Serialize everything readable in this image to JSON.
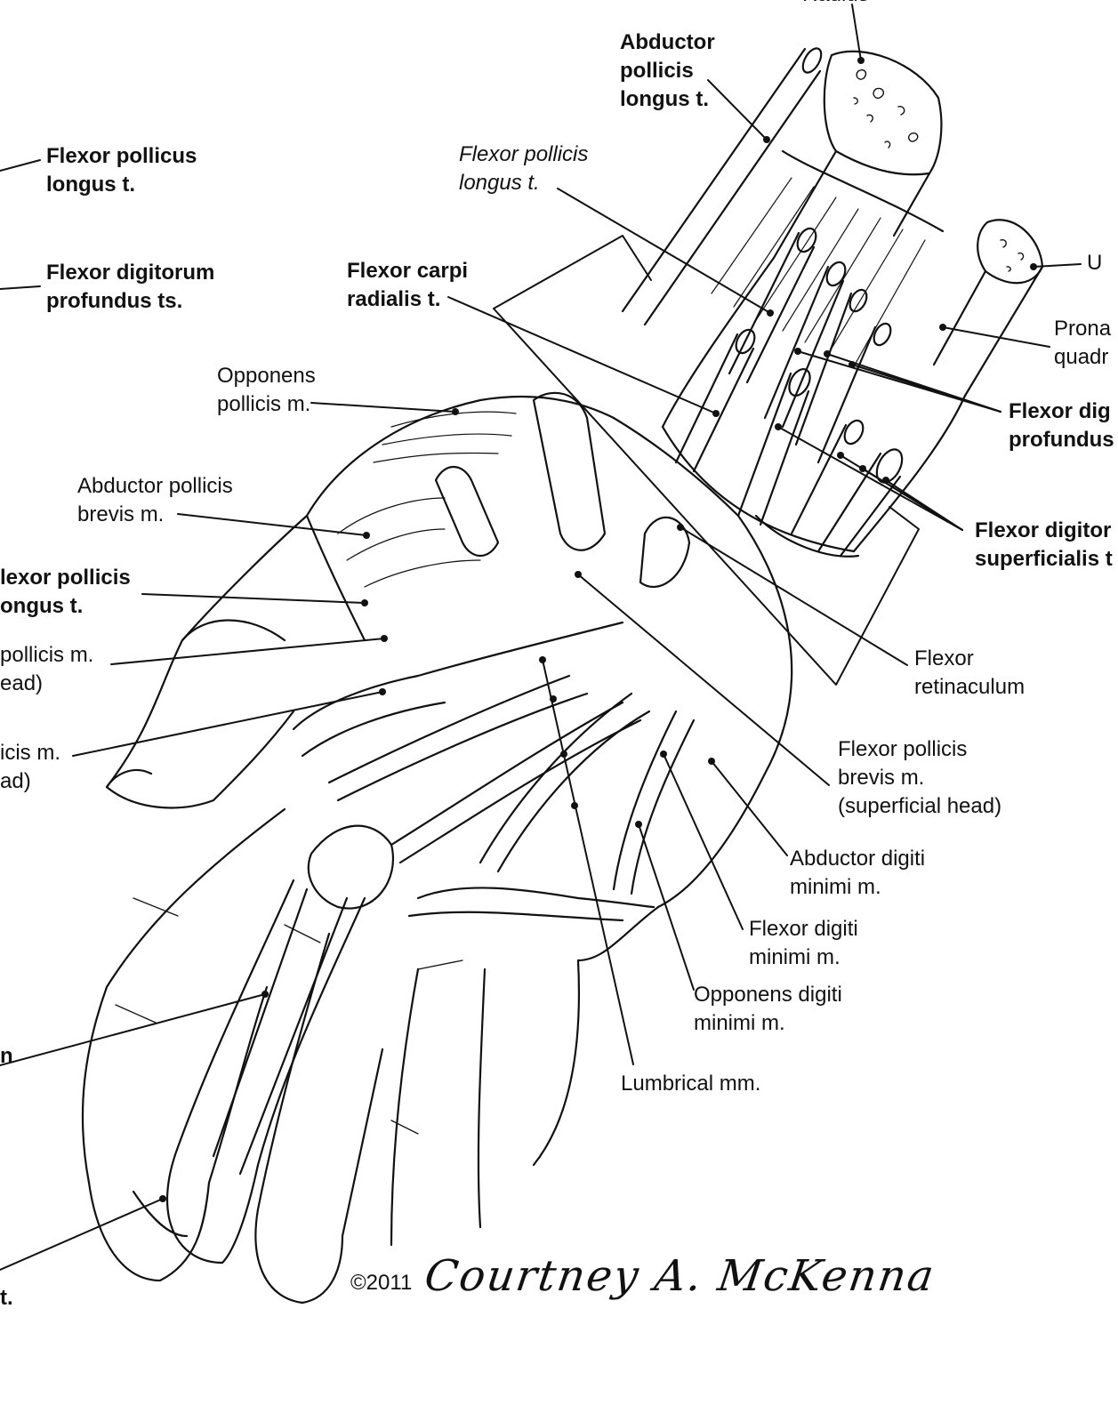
{
  "labels": {
    "radius": "Radius",
    "abductor_pollicis_longus": [
      "Abductor",
      "pollicis",
      "longus t."
    ],
    "flexor_pollicus_longus_top": [
      "Flexor pollicus",
      "longus t."
    ],
    "flexor_pollicis_longus_italic": [
      "Flexor pollicis",
      "longus t."
    ],
    "flexor_digitorum_profundus_left": [
      "Flexor digitorum",
      "profundus ts."
    ],
    "flexor_carpi_radialis": [
      "Flexor carpi",
      "radialis t."
    ],
    "ulna": "U",
    "pronator_quadratus": [
      "Prona",
      "quadr"
    ],
    "opponens_pollicis": [
      "Opponens",
      "pollicis m."
    ],
    "flexor_digitorum_profundus_right": [
      "Flexor dig",
      "profundus"
    ],
    "abductor_pollicis_brevis": [
      "Abductor pollicis",
      "brevis m."
    ],
    "flexor_digitorum_superficialis": [
      "Flexor digitor",
      "superficialis t"
    ],
    "flexor_pollicis_longus_mid": [
      "lexor pollicis",
      "ongus t."
    ],
    "adductor_pollicis_oblique": [
      "pollicis m.",
      "ead)"
    ],
    "adductor_pollicis_transverse": [
      "icis m.",
      "ad)"
    ],
    "flexor_retinaculum": [
      "Flexor",
      "retinaculum"
    ],
    "flexor_pollicis_brevis": [
      "Flexor pollicis",
      "brevis m.",
      "(superficial head)"
    ],
    "abductor_digiti_minimi": [
      "Abductor digiti",
      "minimi m."
    ],
    "flexor_digiti_minimi": [
      "Flexor digiti",
      "minimi m."
    ],
    "opponens_digiti_minimi": [
      "Opponens digiti",
      "minimi m."
    ],
    "lumbrical": "Lumbrical mm.",
    "left_edge_n": "n",
    "left_edge_t": "t."
  },
  "credit": {
    "copyright": "©2011",
    "signature": "Courtney A. McKenna"
  }
}
